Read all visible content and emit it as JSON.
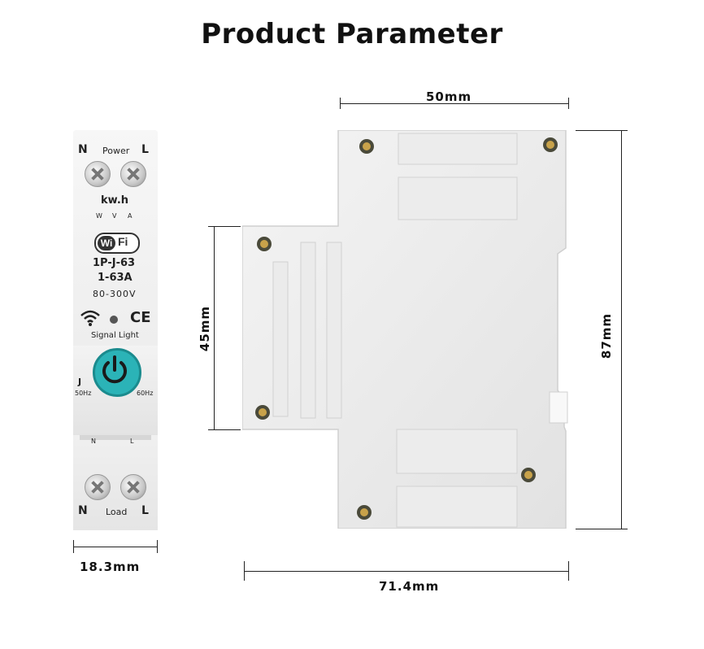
{
  "title": "Product Parameter",
  "dimensions": {
    "top_width": "50mm",
    "right_height": "87mm",
    "left_height": "45mm",
    "bottom_width": "71.4mm",
    "device_width": "18.3mm"
  },
  "device_front": {
    "top_left_terminal": "N",
    "top_label": "Power",
    "top_right_terminal": "L",
    "meter_label": "kw.h",
    "meter_units": [
      "W",
      "V",
      "A"
    ],
    "badge_wi": "Wi",
    "badge_fi": "Fi",
    "model": "1P-J-63",
    "current": "1-63A",
    "voltage": "80-300V",
    "ce_mark": "CE",
    "signal_label": "Signal Light",
    "j_label": "J",
    "freq_left": "50Hz",
    "freq_right": "60Hz",
    "bottom_small_left": "N",
    "bottom_small_right": "L",
    "bottom_left_terminal": "N",
    "bottom_label": "Load",
    "bottom_right_terminal": "L"
  },
  "colors": {
    "power_button": "#2bb3b7",
    "housing": "#eeeeee",
    "screw_gold": "#c8a24a"
  },
  "icons": [
    "wifi-icon",
    "power-icon",
    "screw-icon"
  ]
}
